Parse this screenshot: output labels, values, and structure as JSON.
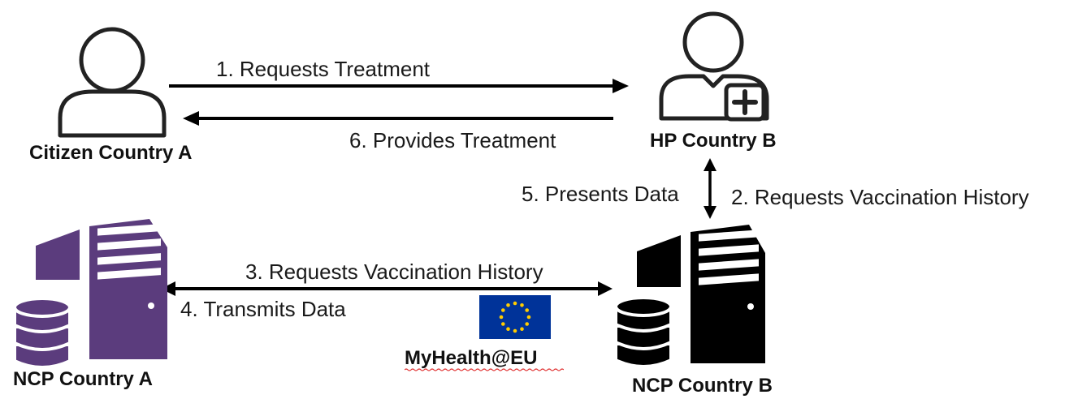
{
  "actors": {
    "citizen": {
      "label": "Citizen Country A",
      "icon": "person-icon"
    },
    "hp": {
      "label": "HP Country B",
      "icon": "doctor-icon"
    },
    "ncp_a": {
      "label": "NCP Country A",
      "icon": "server-database-icon",
      "color": "#5b3c7d"
    },
    "ncp_b": {
      "label": "NCP Country B",
      "icon": "server-database-icon",
      "color": "#000000"
    }
  },
  "flows": {
    "step1": "1. Requests Treatment",
    "step2": "2. Requests Vaccination History",
    "step3": "3. Requests Vaccination History",
    "step4": "4. Transmits Data",
    "step5": "5. Presents Data",
    "step6": "6. Provides Treatment"
  },
  "eu": {
    "label": "MyHealth@EU",
    "flag_color": "#003399",
    "star_color": "#ffcc00"
  }
}
